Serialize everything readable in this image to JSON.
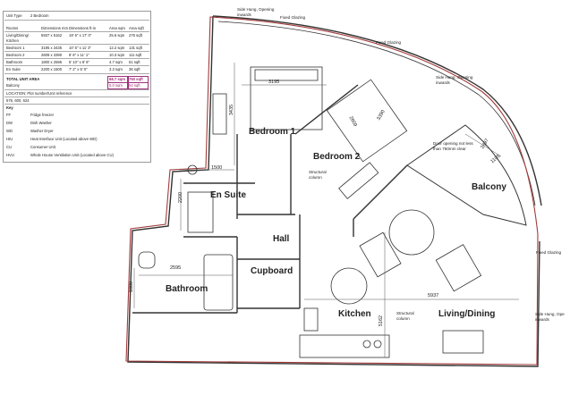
{
  "schedule": {
    "unit_type_label": "Unit Type",
    "unit_type_value": "2 Bedroom",
    "headers": [
      "Rooms",
      "Dimensions mm",
      "Dimensions ft-in",
      "Area sqm",
      "Area sqft"
    ],
    "rows": [
      [
        "Living/Dining/",
        "5937 x 5162",
        "19' 5\" x 17' 0\"",
        "25.6 sqm",
        "276 sqft"
      ],
      [
        "Kitchen",
        "",
        "",
        "",
        ""
      ],
      [
        "Bedroom 1",
        "3195 x 3435",
        "10' 5\" x 11' 3\"",
        "12.2 sqm",
        "131 sqft"
      ],
      [
        "Bedroom 2",
        "2609 x 3390",
        "8' 6\" x 11' 1\"",
        "10.3 sqm",
        "111 sqft"
      ],
      [
        "Bathroom",
        "1800 x 2595",
        "5' 10\" x 8' 6\"",
        "4.7 sqm",
        "51 sqft"
      ],
      [
        "En Suite",
        "2200 x 1500",
        "7' 2\" x 5' 0\"",
        "3.3 sqm",
        "36 sqft"
      ]
    ],
    "total_label": "TOTAL UNIT AREA",
    "total_sqm": "68.7 sqm",
    "total_sqft": "750 sqft",
    "balcony_label": "Balcony",
    "balcony_sqm": "5.0 sqm",
    "balcony_sqft": "54 sqft",
    "location_label": "LOCATION: Plot number/Unit reference",
    "location_value": "576, 600, 624",
    "key_title": "Key",
    "key": [
      {
        "code": "FF",
        "desc": "Fridge freezer"
      },
      {
        "code": "DW",
        "desc": "Dish Washer"
      },
      {
        "code": "WD",
        "desc": "Washer Dryer"
      },
      {
        "code": "HIU",
        "desc": "Heat Interface Unit (Located above WD)"
      },
      {
        "code": "CU",
        "desc": "Consumer Unit"
      },
      {
        "code": "HVU",
        "desc": "Whole House Ventilation Unit (Located above CU)"
      }
    ]
  },
  "rooms": {
    "bedroom1": "Bedroom 1",
    "bedroom2": "Bedroom 2",
    "ensuite": "En Suite",
    "hall": "Hall",
    "cupboard": "Cupboard",
    "bathroom": "Bathroom",
    "kitchen": "Kitchen",
    "living": "Living/Dining",
    "balcony": "Balcony"
  },
  "dimensions": {
    "bed1_width": "3195",
    "bed1_depth": "3435",
    "bed2_width": "2609",
    "bed2_depth": "3390",
    "ensuite_width": "1500",
    "ensuite_depth": "2200",
    "bath_width": "2595",
    "bath_depth": "1800",
    "living_width": "5937",
    "living_depth": "5162",
    "balcony_a": "2897",
    "balcony_b": "1105"
  },
  "notes": {
    "side_hung_top": "Side Hung, Opening inwards",
    "fixed_glazing_1": "Fixed Glazing",
    "fixed_glazing_2": "Fixed Glazing",
    "side_hung_right": "Side Hung, Opening inwards",
    "door_opening": "Door opening not less than 750mm clear",
    "fixed_glazing_3": "Fixed Glazing",
    "side_hung_bottom": "Side Hung, Ope inwards",
    "structural_column_1": "Structural column",
    "structural_column_2": "Structural column"
  },
  "colors": {
    "outline": "#a23a3a",
    "wall": "#333333",
    "accent": "#a0307a"
  }
}
